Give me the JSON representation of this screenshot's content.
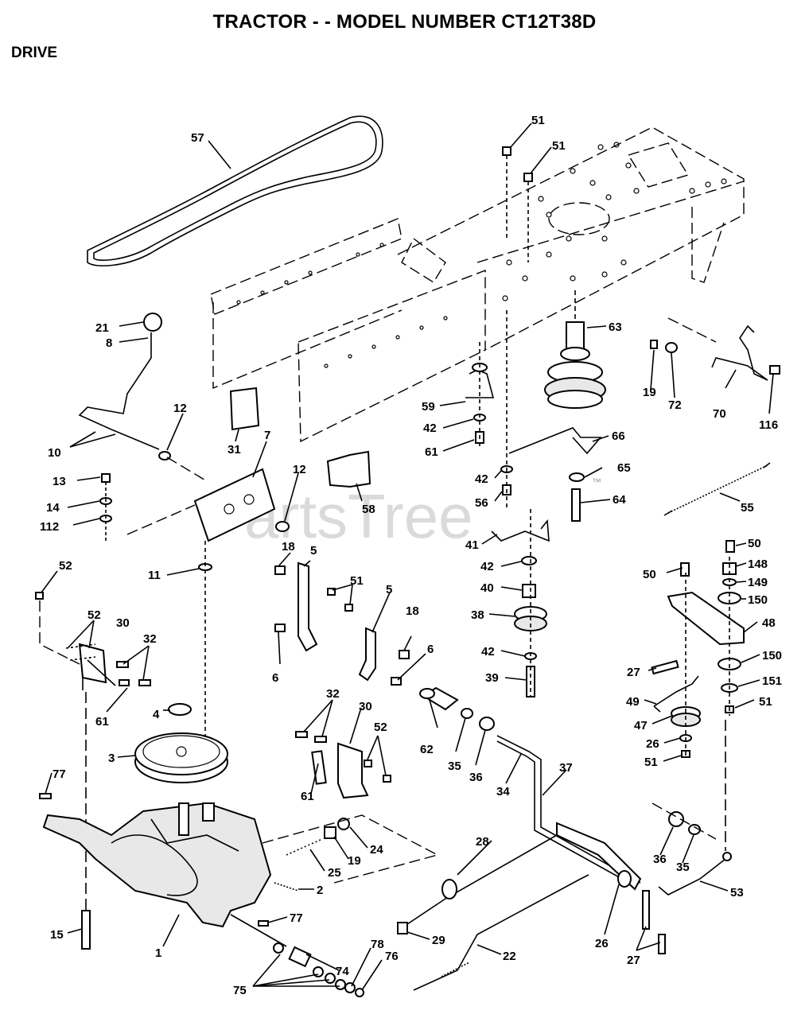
{
  "header": {
    "title": "TRACTOR - - MODEL NUMBER CT12T38D",
    "subtitle": "DRIVE"
  },
  "watermark": {
    "text": "PartsTree",
    "trademark": "™"
  },
  "callouts": [
    {
      "id": "c57",
      "label": "57"
    },
    {
      "id": "c51a",
      "label": "51"
    },
    {
      "id": "c51b",
      "label": "51"
    },
    {
      "id": "c21",
      "label": "21"
    },
    {
      "id": "c8",
      "label": "8"
    },
    {
      "id": "c10",
      "label": "10"
    },
    {
      "id": "c12a",
      "label": "12"
    },
    {
      "id": "c31",
      "label": "31"
    },
    {
      "id": "c7",
      "label": "7"
    },
    {
      "id": "c12b",
      "label": "12"
    },
    {
      "id": "c13",
      "label": "13"
    },
    {
      "id": "c14",
      "label": "14"
    },
    {
      "id": "c112",
      "label": "112"
    },
    {
      "id": "c58",
      "label": "58"
    },
    {
      "id": "c63",
      "label": "63"
    },
    {
      "id": "c19a",
      "label": "19"
    },
    {
      "id": "c72",
      "label": "72"
    },
    {
      "id": "c70",
      "label": "70"
    },
    {
      "id": "c116",
      "label": "116"
    },
    {
      "id": "c59",
      "label": "59"
    },
    {
      "id": "c42a",
      "label": "42"
    },
    {
      "id": "c61a",
      "label": "61"
    },
    {
      "id": "c66",
      "label": "66"
    },
    {
      "id": "c42b",
      "label": "42"
    },
    {
      "id": "c65",
      "label": "65"
    },
    {
      "id": "c56",
      "label": "56"
    },
    {
      "id": "c64",
      "label": "64"
    },
    {
      "id": "c55",
      "label": "55"
    },
    {
      "id": "c41",
      "label": "41"
    },
    {
      "id": "c42c",
      "label": "42"
    },
    {
      "id": "c40",
      "label": "40"
    },
    {
      "id": "c38",
      "label": "38"
    },
    {
      "id": "c42d",
      "label": "42"
    },
    {
      "id": "c39",
      "label": "39"
    },
    {
      "id": "c52a",
      "label": "52"
    },
    {
      "id": "c11",
      "label": "11"
    },
    {
      "id": "c18a",
      "label": "18"
    },
    {
      "id": "c5a",
      "label": "5"
    },
    {
      "id": "c51c",
      "label": "51"
    },
    {
      "id": "c5b",
      "label": "5"
    },
    {
      "id": "c18b",
      "label": "18"
    },
    {
      "id": "c6a",
      "label": "6"
    },
    {
      "id": "c6b",
      "label": "6"
    },
    {
      "id": "c52b",
      "label": "52"
    },
    {
      "id": "c30a",
      "label": "30"
    },
    {
      "id": "c32a",
      "label": "32"
    },
    {
      "id": "c61b",
      "label": "61"
    },
    {
      "id": "c4",
      "label": "4"
    },
    {
      "id": "c3",
      "label": "3"
    },
    {
      "id": "c32b",
      "label": "32"
    },
    {
      "id": "c30b",
      "label": "30"
    },
    {
      "id": "c52c",
      "label": "52"
    },
    {
      "id": "c61c",
      "label": "61"
    },
    {
      "id": "c62",
      "label": "62"
    },
    {
      "id": "c35a",
      "label": "35"
    },
    {
      "id": "c36a",
      "label": "36"
    },
    {
      "id": "c34",
      "label": "34"
    },
    {
      "id": "c37",
      "label": "37"
    },
    {
      "id": "c50a",
      "label": "50"
    },
    {
      "id": "c50b",
      "label": "50"
    },
    {
      "id": "c148",
      "label": "148"
    },
    {
      "id": "c149",
      "label": "149"
    },
    {
      "id": "c150a",
      "label": "150"
    },
    {
      "id": "c48",
      "label": "48"
    },
    {
      "id": "c27a",
      "label": "27"
    },
    {
      "id": "c150b",
      "label": "150"
    },
    {
      "id": "c49",
      "label": "49"
    },
    {
      "id": "c151",
      "label": "151"
    },
    {
      "id": "c51d",
      "label": "51"
    },
    {
      "id": "c47",
      "label": "47"
    },
    {
      "id": "c26a",
      "label": "26"
    },
    {
      "id": "c51e",
      "label": "51"
    },
    {
      "id": "c77a",
      "label": "77"
    },
    {
      "id": "c25",
      "label": "25"
    },
    {
      "id": "c19b",
      "label": "19"
    },
    {
      "id": "c24",
      "label": "24"
    },
    {
      "id": "c2",
      "label": "2"
    },
    {
      "id": "c28",
      "label": "28"
    },
    {
      "id": "c36b",
      "label": "36"
    },
    {
      "id": "c35b",
      "label": "35"
    },
    {
      "id": "c53",
      "label": "53"
    },
    {
      "id": "c15",
      "label": "15"
    },
    {
      "id": "c1",
      "label": "1"
    },
    {
      "id": "c77b",
      "label": "77"
    },
    {
      "id": "c74",
      "label": "74"
    },
    {
      "id": "c29",
      "label": "29"
    },
    {
      "id": "c26b",
      "label": "26"
    },
    {
      "id": "c22",
      "label": "22"
    },
    {
      "id": "c27b",
      "label": "27"
    },
    {
      "id": "c78",
      "label": "78"
    },
    {
      "id": "c76",
      "label": "76"
    },
    {
      "id": "c75",
      "label": "75"
    }
  ]
}
